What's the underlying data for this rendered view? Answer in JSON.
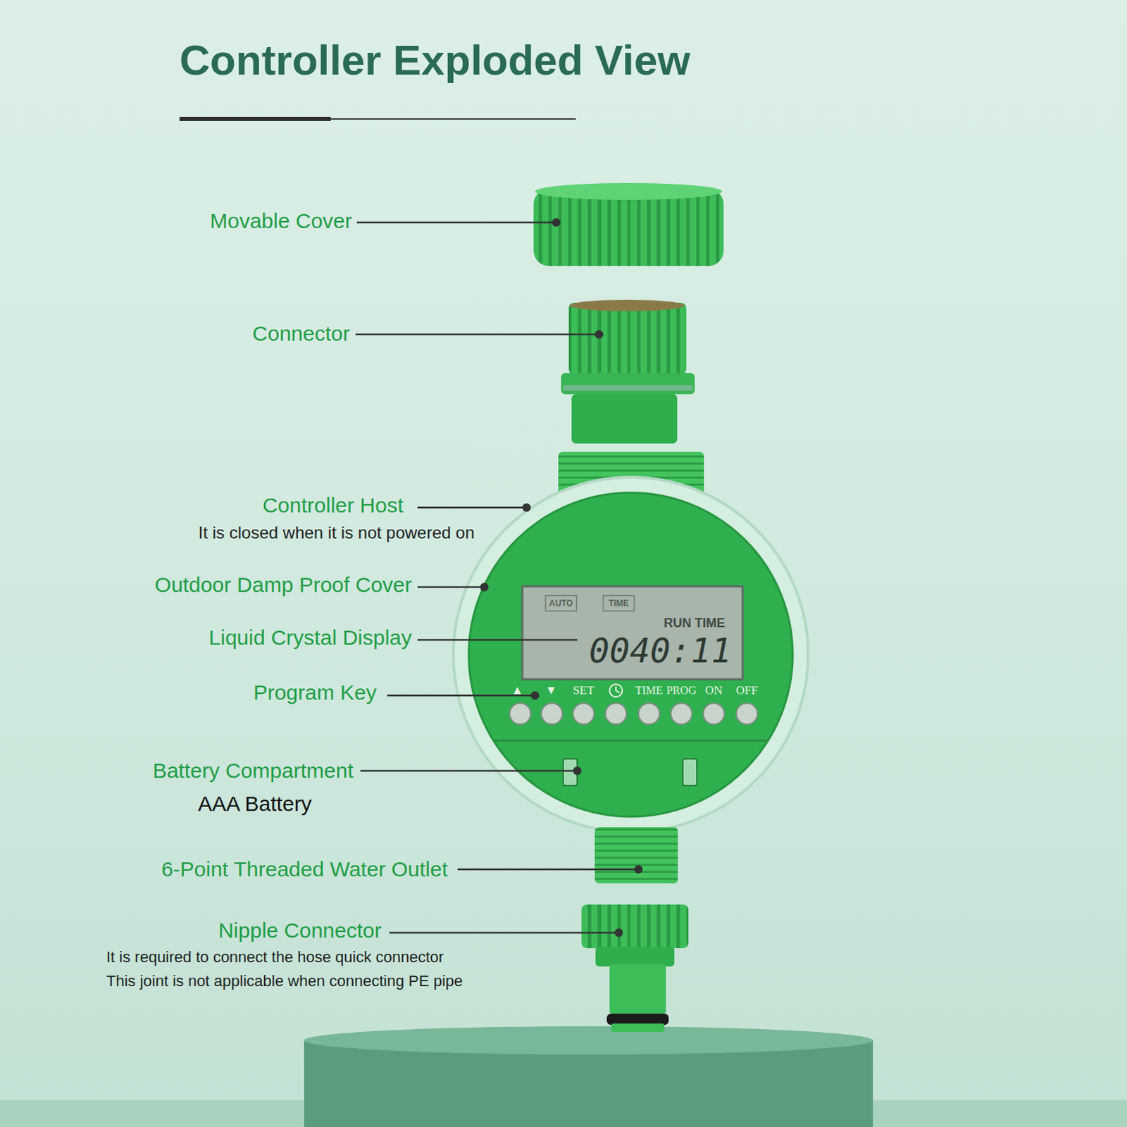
{
  "diagram": {
    "title": "Controller Exploded View",
    "labels": [
      "Movable Cover",
      "Connector",
      "Controller Host",
      "It is closed when it is not powered on",
      "Outdoor Damp Proof Cover",
      "Liquid Crystal Display",
      "Program Key",
      "Battery Compartment",
      "AAA Battery",
      "6-Point Threaded Water Outlet",
      "Nipple Connector",
      "It is required to connect the hose quick connector",
      "This joint is not applicable when connecting PE pipe",
      "AUTO",
      "TIME",
      "RUN TIME",
      "0040:11",
      "▲",
      "▼",
      "SET",
      "TIME",
      "PROG",
      "ON",
      "OFF"
    ]
  }
}
